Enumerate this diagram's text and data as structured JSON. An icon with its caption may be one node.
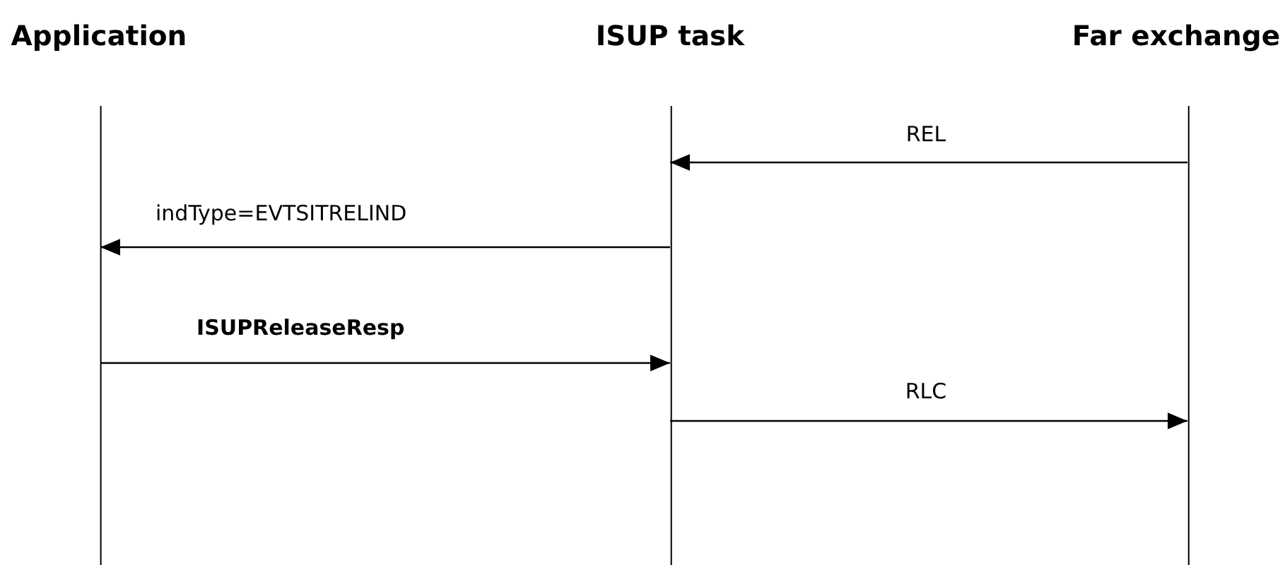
{
  "diagram": {
    "nodes": [
      {
        "text": [
          "Application"
        ]
      },
      {
        "text": [
          "ISUP task"
        ]
      },
      {
        "text": [
          "Far exchange"
        ]
      }
    ],
    "edges": [
      {
        "from": 2,
        "to": 1,
        "arrow": "to",
        "label": "REL"
      },
      {
        "from": 1,
        "to": 0,
        "arrow": "to",
        "label": "indType=EVTSITRELIND"
      },
      {
        "from": 0,
        "to": 1,
        "arrow": "to",
        "label": "ISUPReleaseResp"
      },
      {
        "from": 1,
        "to": 2,
        "arrow": "to",
        "label": "RLC"
      }
    ]
  }
}
